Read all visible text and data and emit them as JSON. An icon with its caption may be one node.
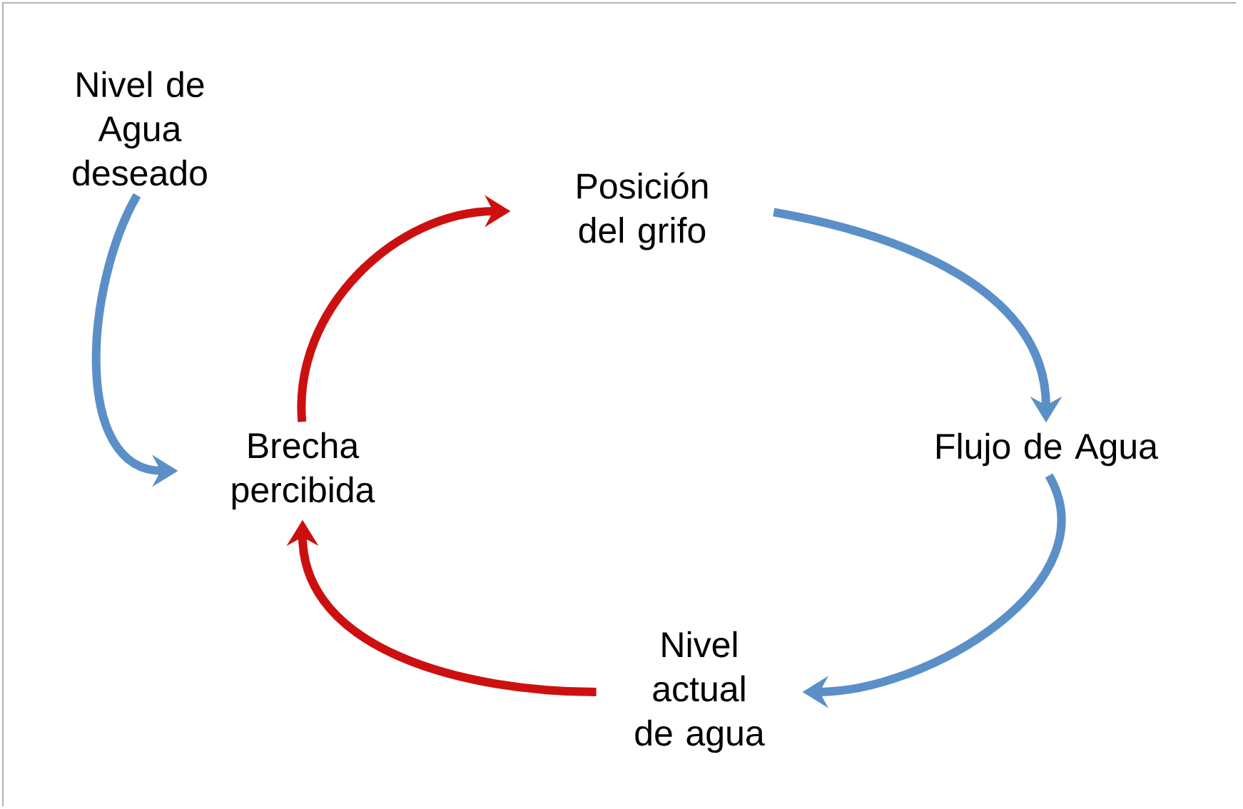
{
  "diagram": {
    "nodes": [
      {
        "text": [
          "Nivel de Agua deseado"
        ]
      },
      {
        "text": [
          "Posición del grifo"
        ]
      },
      {
        "text": [
          "Flujo de Agua"
        ]
      },
      {
        "text": [
          "Nivel actual de agua"
        ]
      },
      {
        "text": [
          "Brecha percibida"
        ]
      }
    ],
    "edges": [
      {
        "from": 0,
        "to": 4,
        "arrow": "to"
      },
      {
        "from": 4,
        "to": 1,
        "arrow": "to",
        "color": "#cc1010"
      },
      {
        "from": 1,
        "to": 2,
        "arrow": "to"
      },
      {
        "from": 2,
        "to": 3,
        "arrow": "to"
      },
      {
        "from": 3,
        "to": 4,
        "arrow": "to",
        "color": "#cc1010"
      }
    ]
  }
}
